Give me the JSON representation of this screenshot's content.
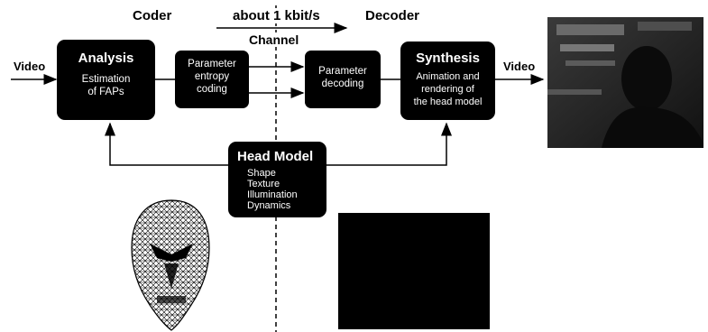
{
  "labels": {
    "coder": "Coder",
    "decoder": "Decoder",
    "rate": "about 1 kbit/s",
    "channel": "Channel",
    "video_in": "Video",
    "video_out": "Video"
  },
  "boxes": {
    "analysis": {
      "title": "Analysis",
      "lines": [
        "Estimation",
        "of FAPs"
      ]
    },
    "entropy": {
      "lines": [
        "Parameter",
        "entropy",
        "coding"
      ]
    },
    "decoding": {
      "lines": [
        "Parameter",
        "decoding"
      ]
    },
    "synthesis": {
      "title": "Synthesis",
      "lines": [
        "Animation and",
        "rendering of",
        "the head model"
      ]
    },
    "headmodel": {
      "title": "Head Model",
      "lines": [
        "Shape",
        "Texture",
        "Illumination",
        "Dynamics"
      ]
    }
  }
}
